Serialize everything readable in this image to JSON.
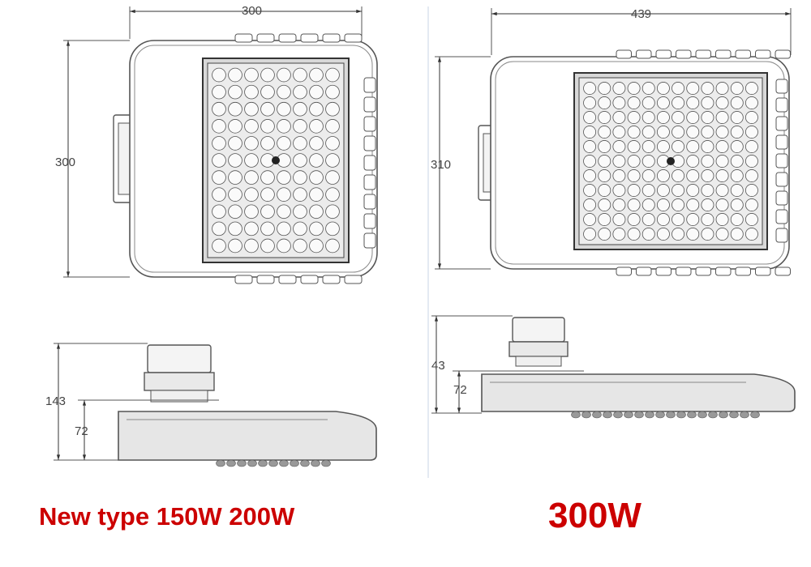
{
  "dimensions": {
    "left_top_width": "300",
    "left_top_height": "300",
    "left_side_total": "143",
    "left_side_body": "72",
    "right_top_width": "439",
    "right_top_height": "310",
    "right_side_total": "43",
    "right_side_body": "72"
  },
  "captions": {
    "left": "New type 150W 200W",
    "right": "300W"
  },
  "colors": {
    "caption": "#cc0000",
    "line": "#555555",
    "fill": "#e6e6e6"
  }
}
